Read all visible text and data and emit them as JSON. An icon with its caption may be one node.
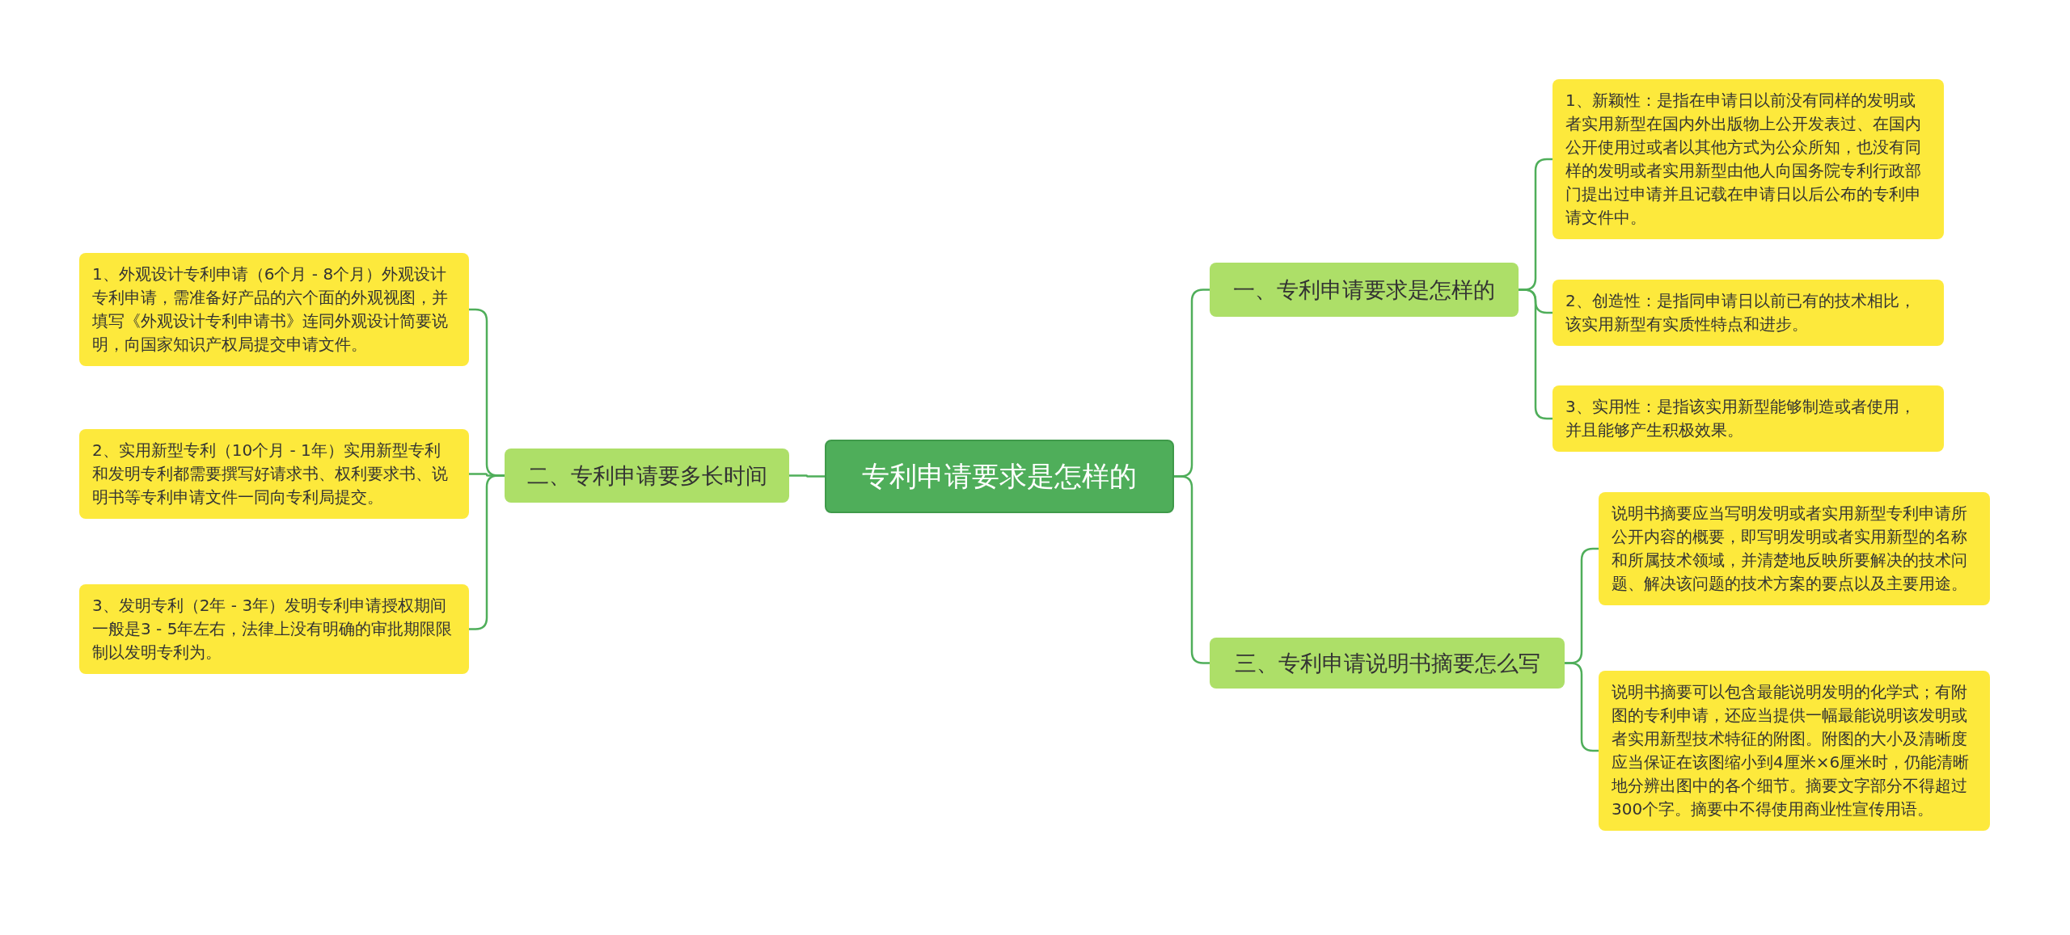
{
  "diagram": {
    "nodes": [
      {
        "text": [
          "专利申请要求是怎样的"
        ]
      },
      {
        "text": [
          "一、专利申请要求是怎样的"
        ]
      },
      {
        "text": [
          "1、新颖性：是指在申请日以前没有同样的发明或者实用新型在国内外出版物上公开发表过、在国内公开使用过或者以其他方式为公众所知，也没有同样的发明或者实用新型由他人向国务院专利行政部门提出过申请并且记载在申请日以后公布的专利申请文件中。"
        ]
      },
      {
        "text": [
          "2、创造性：是指同申请日以前已有的技术相比，该实用新型有实质性特点和进步。"
        ]
      },
      {
        "text": [
          "3、实用性：是指该实用新型能够制造或者使用，并且能够产生积极效果。"
        ]
      },
      {
        "text": [
          "三、专利申请说明书摘要怎么写"
        ]
      },
      {
        "text": [
          "说明书摘要应当写明发明或者实用新型专利申请所公开内容的概要，即写明发明或者实用新型的名称和所属技术领域，并清楚地反映所要解决的技术问题、解决该问题的技术方案的要点以及主要用途。"
        ]
      },
      {
        "text": [
          "说明书摘要可以包含最能说明发明的化学式；有附图的专利申请，还应当提供一幅最能说明该发明或者实用新型技术特征的附图。附图的大小及清晰度应当保证在该图缩小到4厘米×6厘米时，仍能清晰地分辨出图中的各个细节。摘要文字部分不得超过300个字。摘要中不得使用商业性宣传用语。"
        ]
      },
      {
        "text": [
          "二、专利申请要多长时间"
        ]
      },
      {
        "text": [
          "1、外观设计专利申请（6个月 - 8个月）外观设计专利申请，需准备好产品的六个面的外观视图，并填写《外观设计专利申请书》连同外观设计简要说明，向国家知识产权局提交申请文件。"
        ]
      },
      {
        "text": [
          "2、实用新型专利（10个月 - 1年）实用新型专利和发明专利都需要撰写好请求书、权利要求书、说明书等专利申请文件一同向专利局提交。"
        ]
      },
      {
        "text": [
          "3、发明专利（2年 - 3年）发明专利申请授权期间一般是3 - 5年左右，法律上没有明确的审批期限限制以发明专利为。"
        ]
      }
    ],
    "edges": [
      {
        "from": 0,
        "to": 1,
        "arrow": "none"
      },
      {
        "from": 1,
        "to": 2,
        "arrow": "none"
      },
      {
        "from": 1,
        "to": 3,
        "arrow": "none"
      },
      {
        "from": 1,
        "to": 4,
        "arrow": "none"
      },
      {
        "from": 0,
        "to": 5,
        "arrow": "none"
      },
      {
        "from": 5,
        "to": 6,
        "arrow": "none"
      },
      {
        "from": 5,
        "to": 7,
        "arrow": "none"
      },
      {
        "from": 0,
        "to": 8,
        "arrow": "none"
      },
      {
        "from": 8,
        "to": 9,
        "arrow": "none"
      },
      {
        "from": 8,
        "to": 10,
        "arrow": "none"
      },
      {
        "from": 8,
        "to": 11,
        "arrow": "none"
      }
    ]
  }
}
